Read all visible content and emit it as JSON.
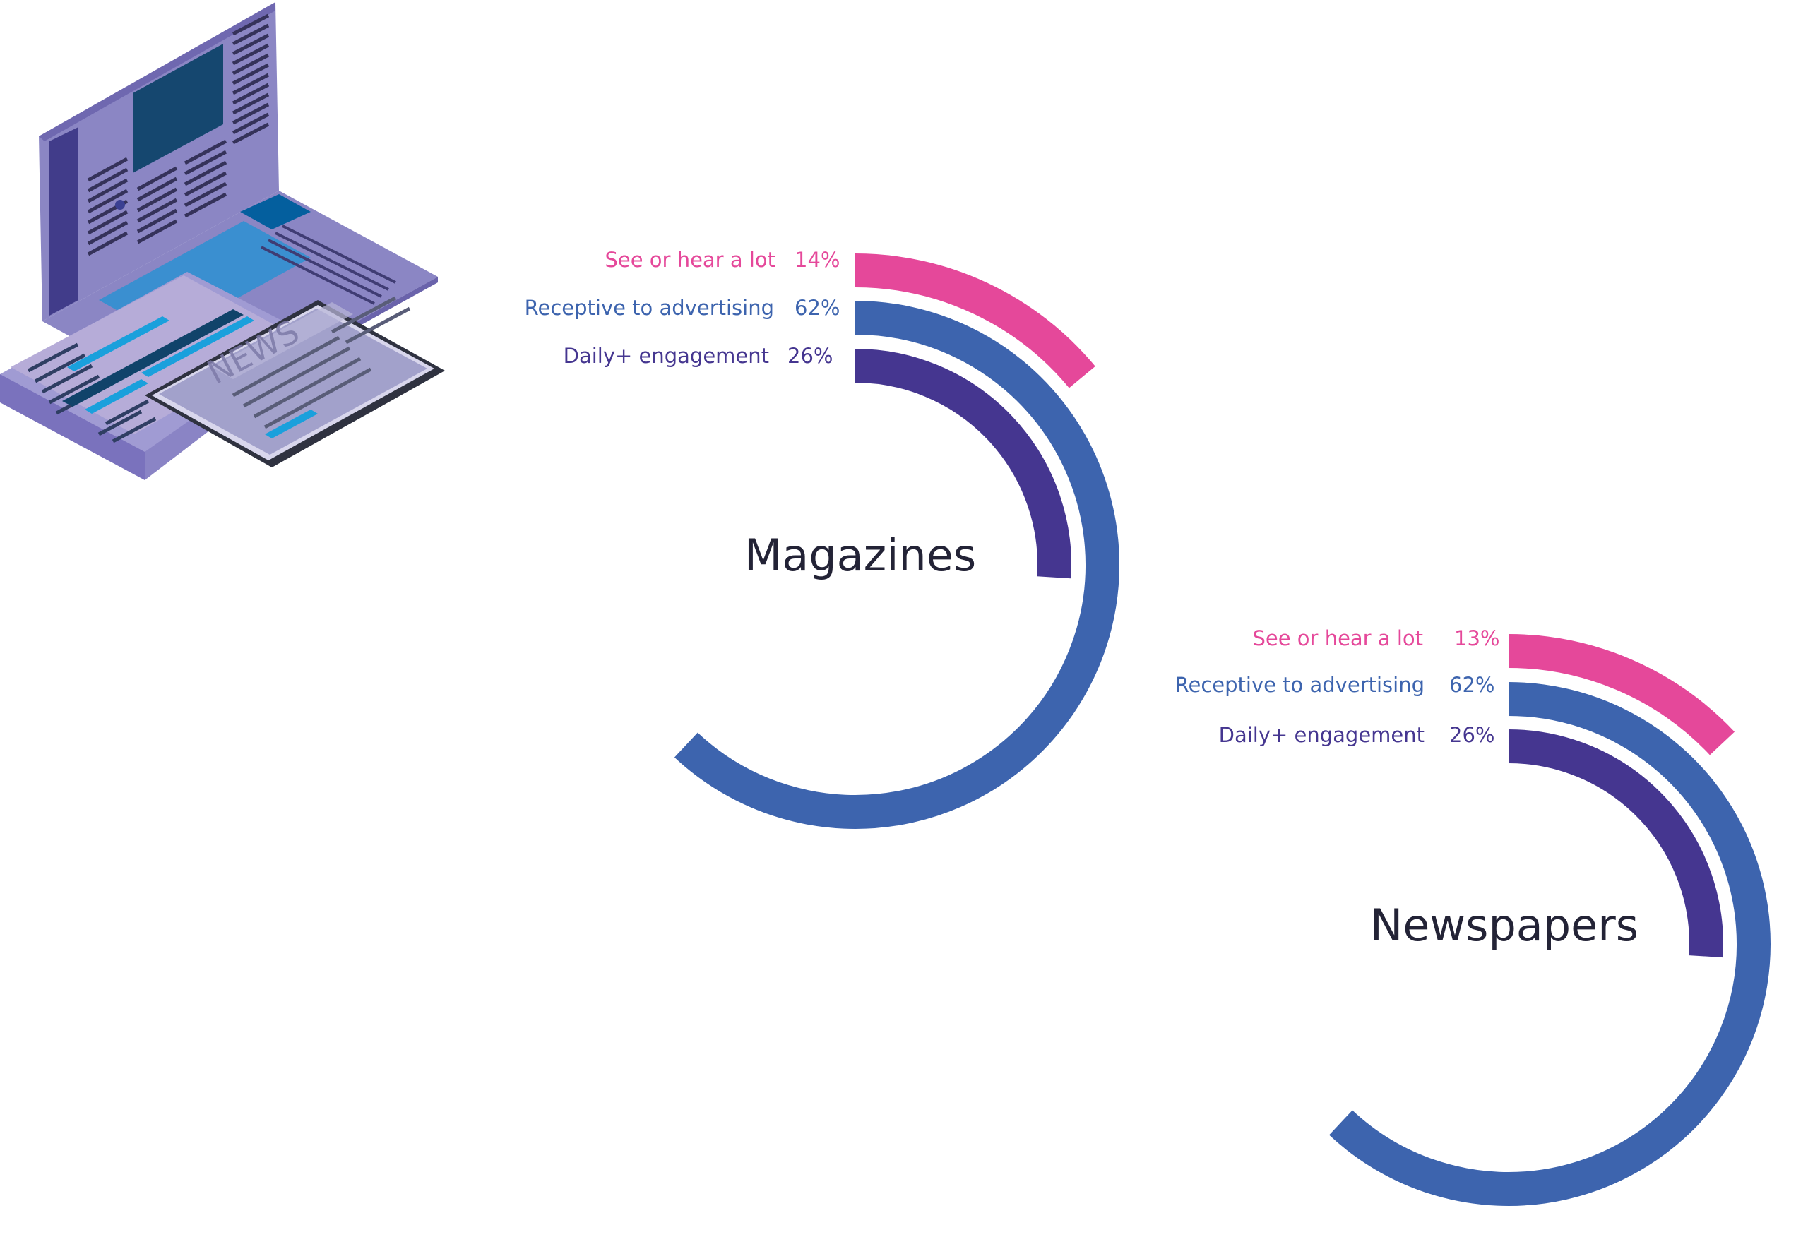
{
  "chart_data": [
    {
      "type": "radial-bar",
      "title": "Magazines",
      "categories": [
        "See or hear a lot",
        "Receptive to advertising",
        "Daily+ engagement"
      ],
      "values": [
        14,
        62,
        26
      ],
      "value_labels": [
        "14%",
        "62%",
        "26%"
      ],
      "value_range": [
        0,
        100
      ],
      "colors": [
        "#e5489a",
        "#3d64ae",
        "#453690"
      ]
    },
    {
      "type": "radial-bar",
      "title": "Newspapers",
      "categories": [
        "See or hear a lot",
        "Receptive to advertising",
        "Daily+ engagement"
      ],
      "values": [
        13,
        62,
        26
      ],
      "value_labels": [
        "13%",
        "62%",
        "26%"
      ],
      "value_range": [
        0,
        100
      ],
      "colors": [
        "#e5489a",
        "#3d64ae",
        "#453690"
      ]
    }
  ],
  "illustration": {
    "icon": "laptop-newspaper-tablet-icon",
    "tablet_text": "NEWS"
  }
}
